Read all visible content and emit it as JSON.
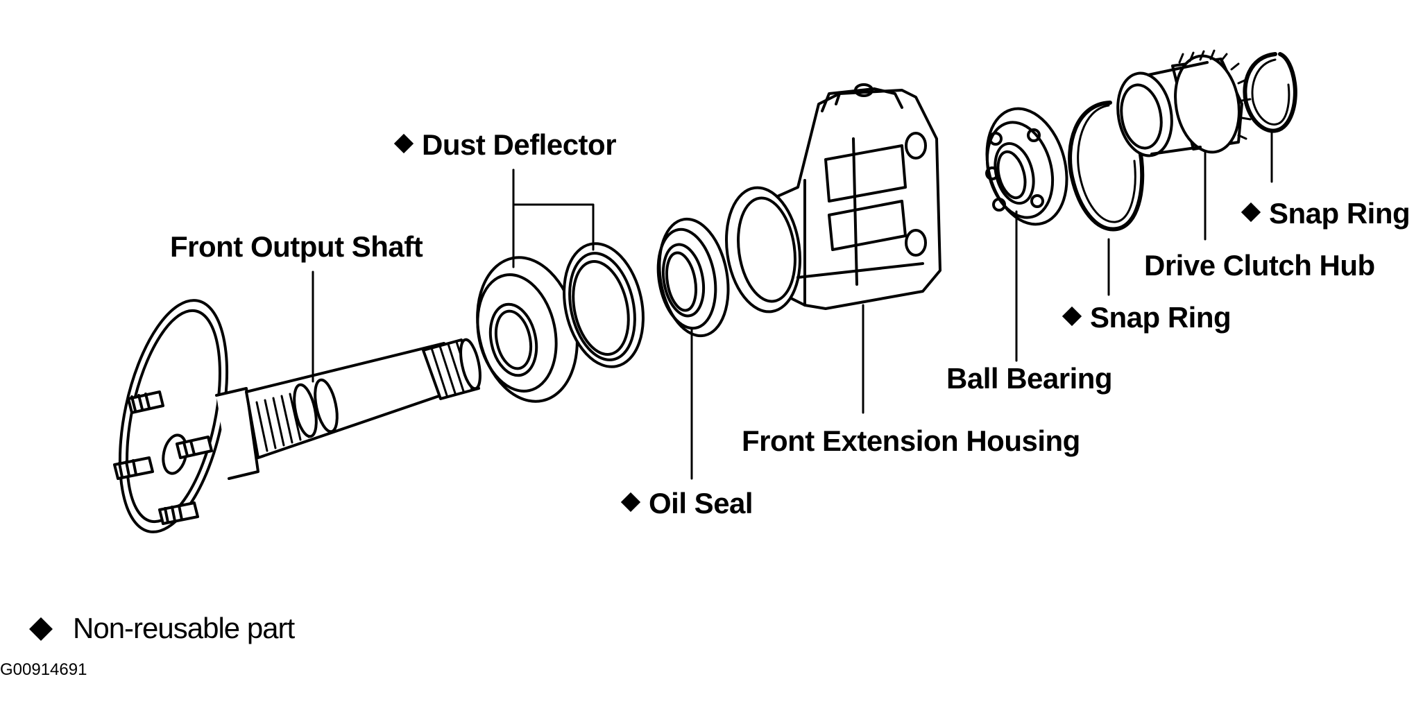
{
  "labels": {
    "dust_deflector": "Dust Deflector",
    "front_output_shaft": "Front Output Shaft",
    "oil_seal": "Oil Seal",
    "front_extension_housing": "Front Extension Housing",
    "ball_bearing": "Ball Bearing",
    "snap_ring_inner": "Snap Ring",
    "drive_clutch_hub": "Drive Clutch Hub",
    "snap_ring_outer": "Snap Ring"
  },
  "non_reusable_marked": [
    "dust_deflector",
    "oil_seal",
    "snap_ring_inner",
    "snap_ring_outer"
  ],
  "legend": {
    "text": "Non-reusable part",
    "icon": "diamond-icon"
  },
  "figure_code": "G00914691",
  "colors": {
    "ink": "#000000",
    "background": "#ffffff"
  }
}
